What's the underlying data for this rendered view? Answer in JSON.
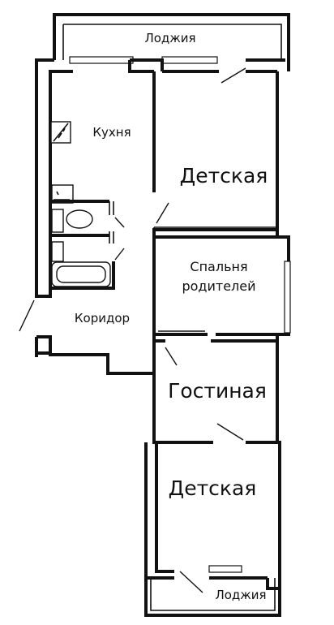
{
  "rooms": {
    "loggia_top": "Лоджия",
    "kitchen": "Кухня",
    "kids_room_top": "Детская",
    "parents_bedroom_line1": "Спальня",
    "parents_bedroom_line2": "родителей",
    "corridor": "Коридор",
    "living_room": "Гостиная",
    "kids_room_bottom": "Детская",
    "loggia_bottom": "Лоджия"
  }
}
